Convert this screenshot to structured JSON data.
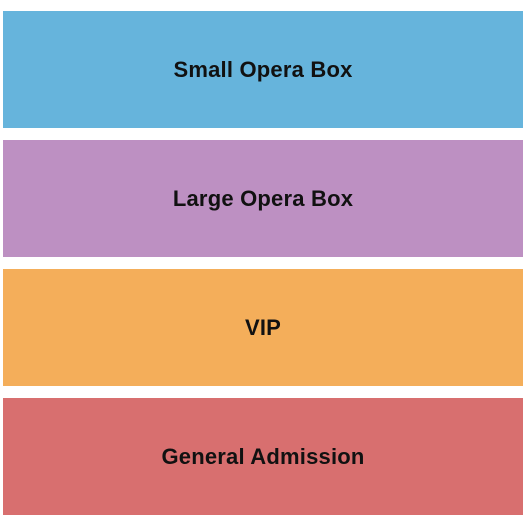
{
  "sections": [
    {
      "label": "Small Opera Box",
      "color": "#66b4dc"
    },
    {
      "label": "Large Opera Box",
      "color": "#bd90c2"
    },
    {
      "label": "VIP",
      "color": "#f4ae5a"
    },
    {
      "label": "General Admission",
      "color": "#d86f6f"
    }
  ]
}
